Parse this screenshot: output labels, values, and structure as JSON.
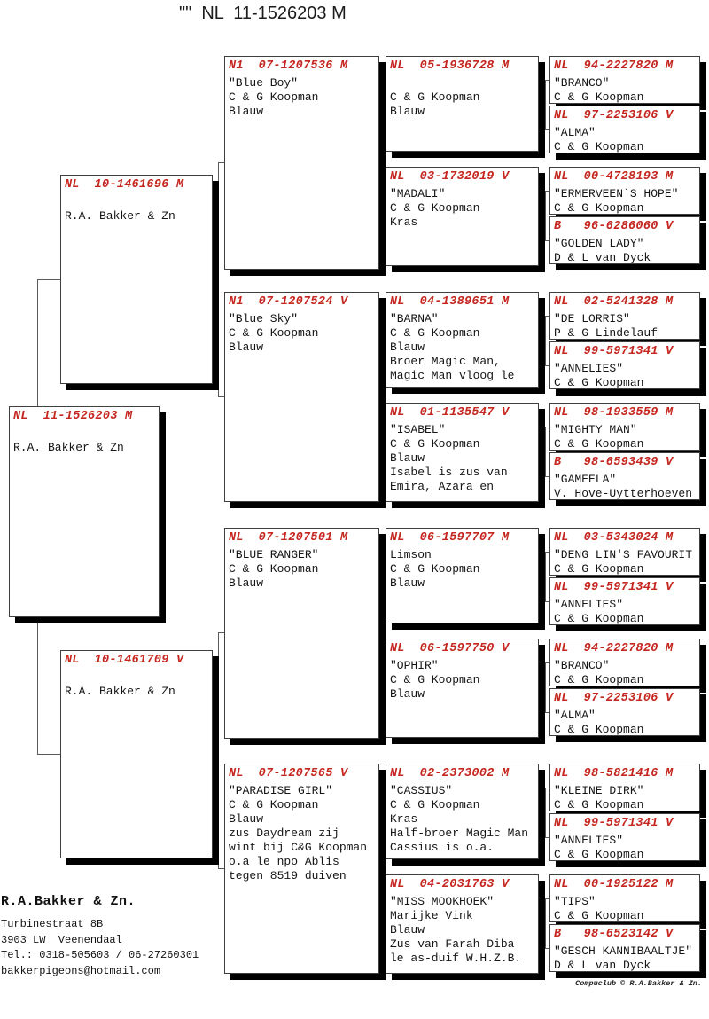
{
  "title": "\"\"  NL  11-1526203 M",
  "colors": {
    "ring_red": "#C5261F",
    "shadow": "#000000",
    "line": "#5a5a5a"
  },
  "boxes": [
    {
      "id": "subject",
      "generation": 1,
      "ring": "NL  11-1526203 M",
      "body": "\nR.A. Bakker & Zn"
    },
    {
      "id": "sire",
      "generation": 2,
      "ring": "NL  10-1461696 M",
      "body": "\nR.A. Bakker & Zn"
    },
    {
      "id": "dam",
      "generation": 2,
      "ring": "NL  10-1461709 V",
      "body": "\nR.A. Bakker & Zn"
    },
    {
      "id": "g3a",
      "generation": 3,
      "ring": "N1  07-1207536 M",
      "body": "\"Blue Boy\"\nC & G Koopman\nBlauw"
    },
    {
      "id": "g3b",
      "generation": 3,
      "ring": "N1  07-1207524 V",
      "body": "\"Blue Sky\"\nC & G Koopman\nBlauw"
    },
    {
      "id": "g3c",
      "generation": 3,
      "ring": "NL  07-1207501 M",
      "body": "\"BLUE RANGER\"\nC & G Koopman\nBlauw"
    },
    {
      "id": "g3d",
      "generation": 3,
      "ring": "NL  07-1207565 V",
      "body": "\"PARADISE GIRL\"\nC & G Koopman\nBlauw\nzus Daydream zij\nwint bij C&G Koopman\no.a le npo Ablis\ntegen 8519 duiven"
    },
    {
      "id": "g4_1",
      "generation": 4,
      "ring": "NL  05-1936728 M",
      "body": "\nC & G Koopman\nBlauw"
    },
    {
      "id": "g4_2",
      "generation": 4,
      "ring": "NL  03-1732019 V",
      "body": "\"MADALI\"\nC & G Koopman\nKras"
    },
    {
      "id": "g4_3",
      "generation": 4,
      "ring": "NL  04-1389651 M",
      "body": "\"BARNA\"\nC & G Koopman\nBlauw\nBroer Magic Man,\nMagic Man vloog le"
    },
    {
      "id": "g4_4",
      "generation": 4,
      "ring": "NL  01-1135547 V",
      "body": "\"ISABEL\"\nC & G Koopman\nBlauw\nIsabel is zus van\nEmira, Azara en"
    },
    {
      "id": "g4_5",
      "generation": 4,
      "ring": "NL  06-1597707 M",
      "body": "Limson\nC & G Koopman\nBlauw"
    },
    {
      "id": "g4_6",
      "generation": 4,
      "ring": "NL  06-1597750 V",
      "body": "\"OPHIR\"\nC & G Koopman\nBlauw"
    },
    {
      "id": "g4_7",
      "generation": 4,
      "ring": "NL  02-2373002 M",
      "body": "\"CASSIUS\"\nC & G Koopman\nKras\nHalf-broer Magic Man\nCassius is o.a."
    },
    {
      "id": "g4_8",
      "generation": 4,
      "ring": "NL  04-2031763 V",
      "body": "\"MISS MOOKHOEK\"\nMarijke Vink\nBlauw\nZus van Farah Diba\nle as-duif W.H.Z.B."
    },
    {
      "id": "g5_1",
      "generation": 5,
      "ring": "NL  94-2227820 M",
      "body": "\"BRANCO\"\nC & G Koopman"
    },
    {
      "id": "g5_2",
      "generation": 5,
      "ring": "NL  97-2253106 V",
      "body": "\"ALMA\"\nC & G Koopman"
    },
    {
      "id": "g5_3",
      "generation": 5,
      "ring": "NL  00-4728193 M",
      "body": "\"ERMERVEEN`S HOPE\"\nC & G Koopman"
    },
    {
      "id": "g5_4",
      "generation": 5,
      "ring": "B   96-6286060 V",
      "body": "\"GOLDEN LADY\"\nD & L van Dyck"
    },
    {
      "id": "g5_5",
      "generation": 5,
      "ring": "NL  02-5241328 M",
      "body": "\"DE LORRIS\"\nP & G Lindelauf"
    },
    {
      "id": "g5_6",
      "generation": 5,
      "ring": "NL  99-5971341 V",
      "body": "\"ANNELIES\"\nC & G Koopman"
    },
    {
      "id": "g5_7",
      "generation": 5,
      "ring": "NL  98-1933559 M",
      "body": "\"MIGHTY MAN\"\nC & G Koopman"
    },
    {
      "id": "g5_8",
      "generation": 5,
      "ring": "B   98-6593439 V",
      "body": "\"GAMEELA\"\nV. Hove-Uytterhoeven"
    },
    {
      "id": "g5_9",
      "generation": 5,
      "ring": "NL  03-5343024 M",
      "body": "\"DENG LIN'S FAVOURIT\nC & G Koopman"
    },
    {
      "id": "g5_10",
      "generation": 5,
      "ring": "NL  99-5971341 V",
      "body": "\"ANNELIES\"\nC & G Koopman"
    },
    {
      "id": "g5_11",
      "generation": 5,
      "ring": "NL  94-2227820 M",
      "body": "\"BRANCO\"\nC & G Koopman"
    },
    {
      "id": "g5_12",
      "generation": 5,
      "ring": "NL  97-2253106 V",
      "body": "\"ALMA\"\nC & G Koopman"
    },
    {
      "id": "g5_13",
      "generation": 5,
      "ring": "NL  98-5821416 M",
      "body": "\"KLEINE DIRK\"\nC & G Koopman"
    },
    {
      "id": "g5_14",
      "generation": 5,
      "ring": "NL  99-5971341 V",
      "body": "\"ANNELIES\"\nC & G Koopman"
    },
    {
      "id": "g5_15",
      "generation": 5,
      "ring": "NL  00-1925122 M",
      "body": "\"TIPS\"\nC & G Koopman"
    },
    {
      "id": "g5_16",
      "generation": 5,
      "ring": "B   98-6523142 V",
      "body": "\"GESCH KANNIBAALTJE\"\nD & L van Dyck"
    }
  ],
  "footer": {
    "owner": "R.A.Bakker & Zn.",
    "lines": [
      "Turbinestraat 8B",
      "3903 LW  Veenendaal",
      "Tel.: 0318-505603 / 06-27260301",
      "bakkerpigeons@hotmail.com"
    ]
  },
  "credit": "Compuclub © R.A.Bakker & Zn."
}
